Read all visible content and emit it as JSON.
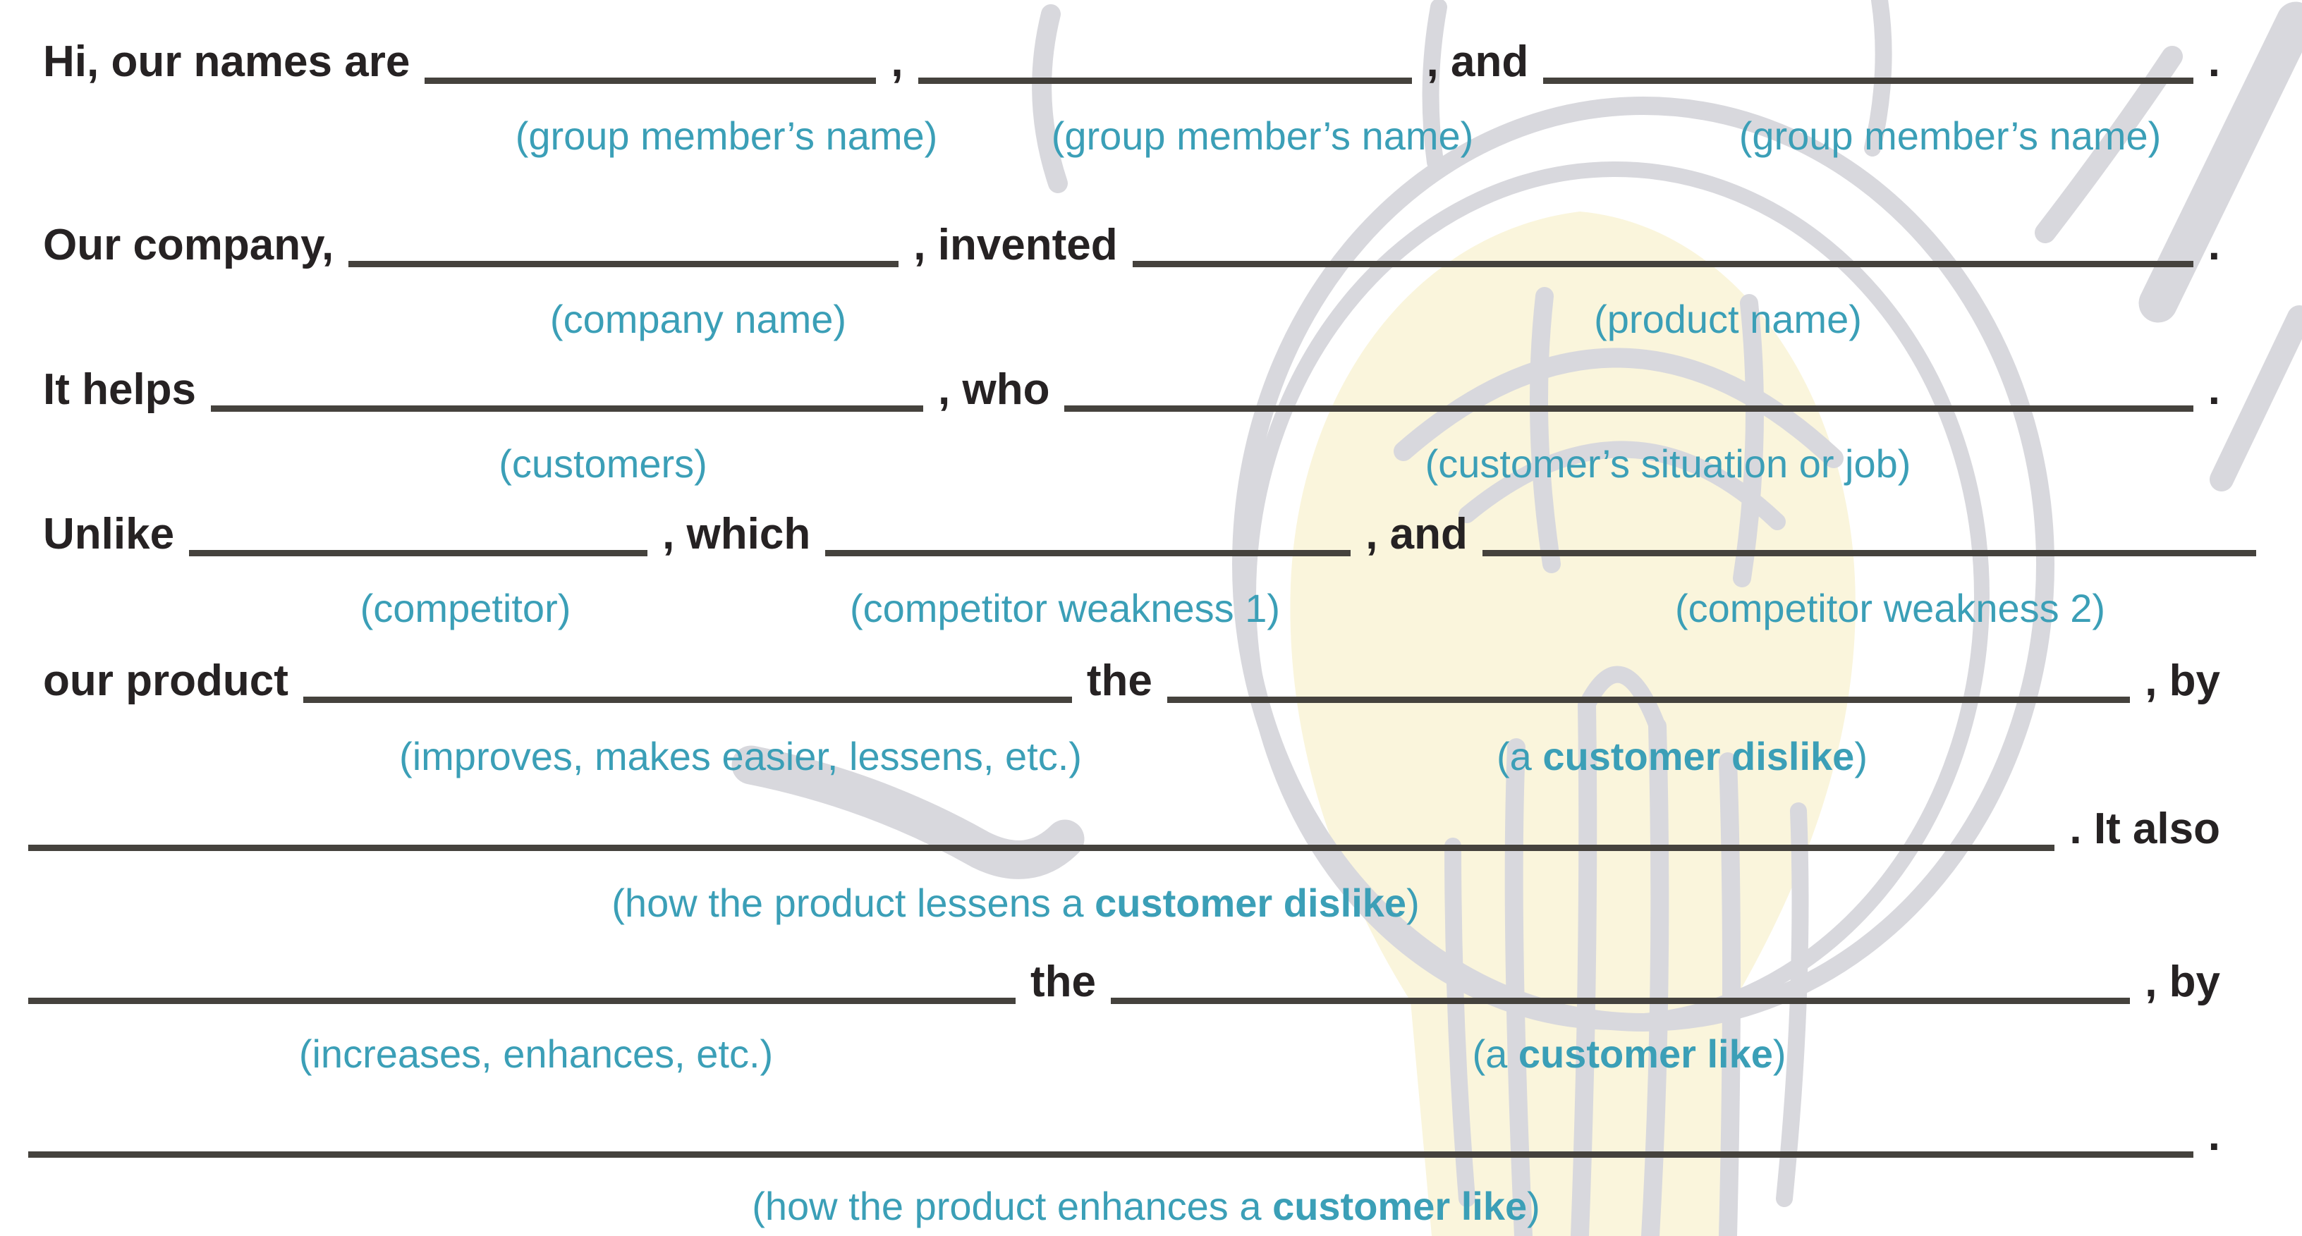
{
  "colors": {
    "accent_teal": "#3b9fb7",
    "text_black": "#262223",
    "blank_line": "#45423d",
    "bulb_yellow": "#faf5dc",
    "bulb_sketch_gray": "#d8d8dd"
  },
  "watermark": {
    "icon": "lightbulb-sketch"
  },
  "rows": [
    {
      "texts": [
        "Hi, our names are",
        ",",
        ", and",
        "."
      ],
      "hints": [
        {
          "pre": "(group member’s name)",
          "bold": "",
          "suf": ""
        },
        {
          "pre": "(group member’s name)",
          "bold": "",
          "suf": ""
        },
        {
          "pre": "(group member’s name)",
          "bold": "",
          "suf": ""
        }
      ]
    },
    {
      "texts": [
        "Our company,",
        ", invented",
        "."
      ],
      "hints": [
        {
          "pre": "(company name)",
          "bold": "",
          "suf": ""
        },
        {
          "pre": "(product name)",
          "bold": "",
          "suf": ""
        }
      ]
    },
    {
      "texts": [
        "It helps",
        ", who",
        "."
      ],
      "hints": [
        {
          "pre": "(customers)",
          "bold": "",
          "suf": ""
        },
        {
          "pre": "(customer’s situation or job)",
          "bold": "",
          "suf": ""
        }
      ]
    },
    {
      "texts": [
        "Unlike",
        ", which",
        ", and"
      ],
      "hints": [
        {
          "pre": "(competitor)",
          "bold": "",
          "suf": ""
        },
        {
          "pre": "(competitor weakness 1)",
          "bold": "",
          "suf": ""
        },
        {
          "pre": "(competitor weakness 2)",
          "bold": "",
          "suf": ""
        }
      ]
    },
    {
      "texts": [
        "our product",
        "the",
        ", by"
      ],
      "hints": [
        {
          "pre": "(improves, makes easier, lessens, etc.)",
          "bold": "",
          "suf": ""
        },
        {
          "pre": "(a ",
          "bold": "customer dislike",
          "suf": ")"
        }
      ]
    },
    {
      "texts": [
        ". It also"
      ],
      "hints": [
        {
          "pre": "(how the product lessens a ",
          "bold": "customer dislike",
          "suf": ")"
        }
      ]
    },
    {
      "texts": [
        "the",
        ", by"
      ],
      "hints": [
        {
          "pre": "(increases, enhances, etc.)",
          "bold": "",
          "suf": ""
        },
        {
          "pre": "(a ",
          "bold": "customer like",
          "suf": ")"
        }
      ]
    },
    {
      "texts": [
        "."
      ],
      "hints": [
        {
          "pre": "(how the product enhances a ",
          "bold": "customer like",
          "suf": ")"
        }
      ]
    }
  ]
}
